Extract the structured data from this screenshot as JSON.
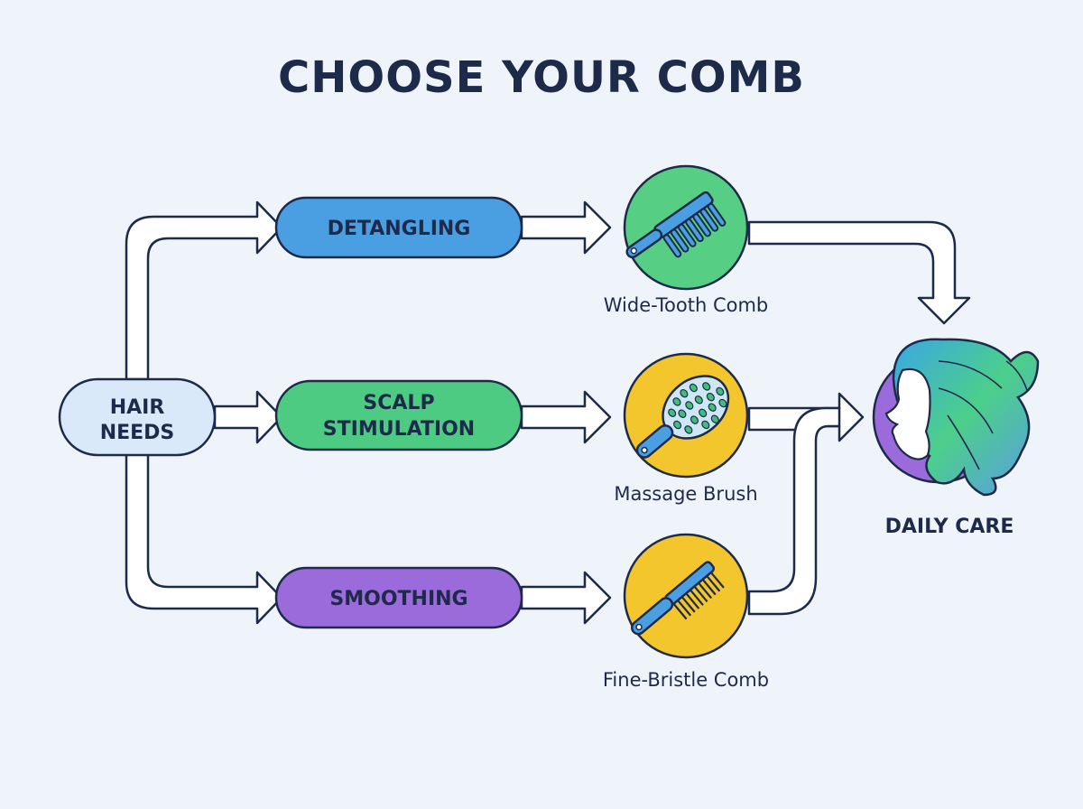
{
  "title": "CHOOSE YOUR COMB",
  "source": {
    "line1": "HAIR",
    "line2": "NEEDS"
  },
  "needs": [
    {
      "line1": "DETANGLING",
      "line2": "",
      "color": "#4a9fe2"
    },
    {
      "line1": "SCALP",
      "line2": "STIMULATION",
      "color": "#4ecb83"
    },
    {
      "line1": "SMOOTHING",
      "line2": "",
      "color": "#9b6bdc"
    }
  ],
  "tools": [
    {
      "label": "Wide-Tooth Comb",
      "icon": "wide-tooth-comb-icon",
      "bg": "#56cf85"
    },
    {
      "label": "Massage Brush",
      "icon": "massage-brush-icon",
      "bg": "#f4c62e"
    },
    {
      "label": "Fine-Bristle Comb",
      "icon": "fine-bristle-comb-icon",
      "bg": "#f4c62e"
    }
  ],
  "target": {
    "label": "DAILY CARE",
    "icon": "hair-profile-icon"
  },
  "colors": {
    "outline": "#1e2a4a",
    "background": "#eef4fa",
    "source_fill": "#d9e9f9"
  }
}
